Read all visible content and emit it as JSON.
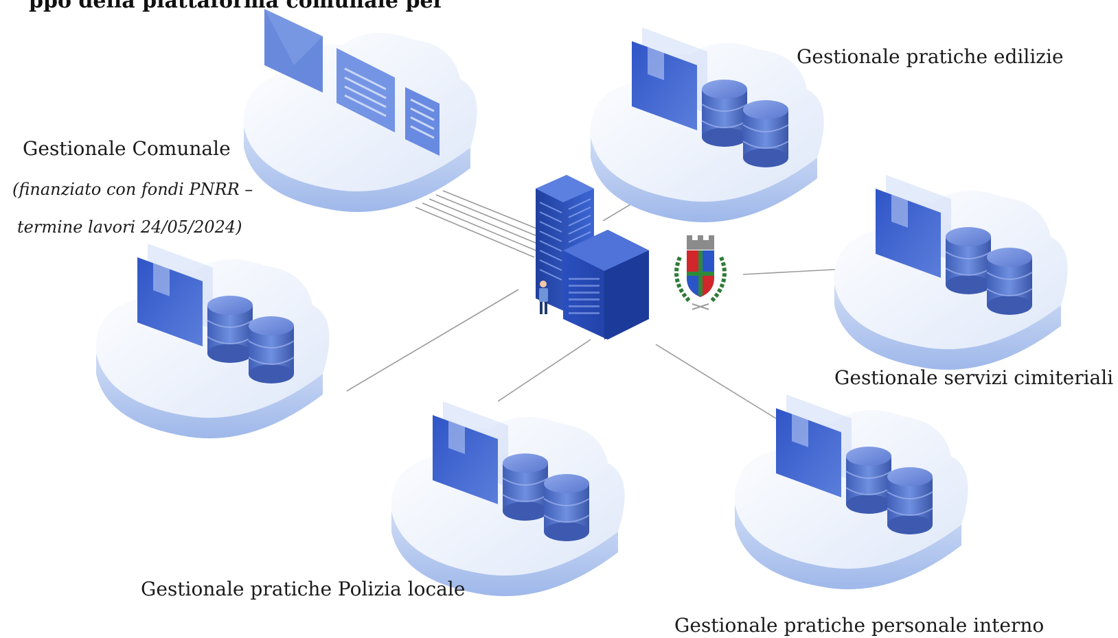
{
  "top_text": "ppo della piattaforma comunale per",
  "labels": {
    "gestionale_comunale": "Gestionale Comunale",
    "gestionale_comunale_note_1": "(finanziato con fondi PNRR –",
    "gestionale_comunale_note_2": "termine lavori 24/05/2024)",
    "edilizie": "Gestionale pratiche edilizie",
    "cimiteriali": "Gestionale servizi cimiteriali",
    "polizia": "Gestionale pratiche Polizia locale",
    "personale": "Gestionale pratiche personale interno"
  },
  "colors": {
    "cloud_light": "#eef3fc",
    "cloud_side": "#b9ccef",
    "database": "#4d6fc8",
    "screen": "#3f63c9",
    "building": "#2c4fb6",
    "connector": "#9a9a9a",
    "crest_red": "#d0262c",
    "crest_blue": "#2a55c9",
    "crest_green": "#2e8a3a"
  }
}
